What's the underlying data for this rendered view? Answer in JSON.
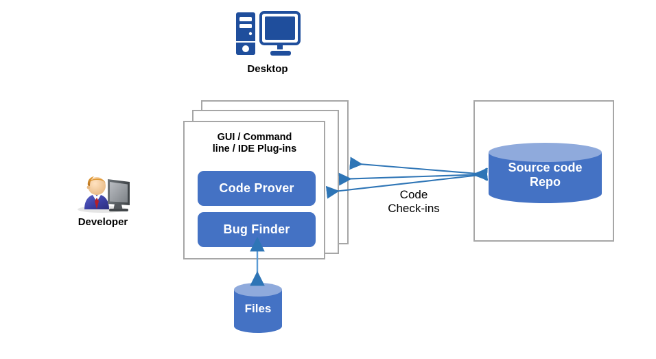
{
  "diagram": {
    "title": "Polyspace developer workflow diagram",
    "background": "#ffffff"
  },
  "colors": {
    "accent_blue": "#4472c4",
    "light_blue": "#8faadc",
    "icon_navy": "#1f4e9c",
    "arrow_blue": "#2e75b6",
    "panel_border": "#a6a6a6",
    "text_black": "#000000",
    "text_white": "#ffffff"
  },
  "nodes": {
    "desktop": {
      "label": "Desktop",
      "icon": "desktop-computer-icon"
    },
    "developer": {
      "label": "Developer",
      "icon": "developer-person-at-computer-icon"
    },
    "panel_stack": {
      "title": "GUI / Command\nline / IDE Plug-ins",
      "count": 3,
      "modules": [
        {
          "label": "Code Prover"
        },
        {
          "label": "Bug Finder"
        }
      ]
    },
    "source_repo": {
      "label": "Source code\nRepo",
      "shape": "cylinder"
    },
    "files": {
      "label": "Files",
      "shape": "cylinder"
    }
  },
  "connections": {
    "code_checkins_label": "Code\nCheck-ins",
    "edges": [
      {
        "from": "panel-back-edge",
        "to": "source-repo",
        "direction": "bidirectional"
      },
      {
        "from": "panel-middle-edge",
        "to": "source-repo",
        "direction": "bidirectional"
      },
      {
        "from": "panel-front-edge",
        "to": "source-repo",
        "direction": "bidirectional"
      },
      {
        "from": "bug-finder",
        "to": "files",
        "direction": "bidirectional"
      }
    ]
  }
}
